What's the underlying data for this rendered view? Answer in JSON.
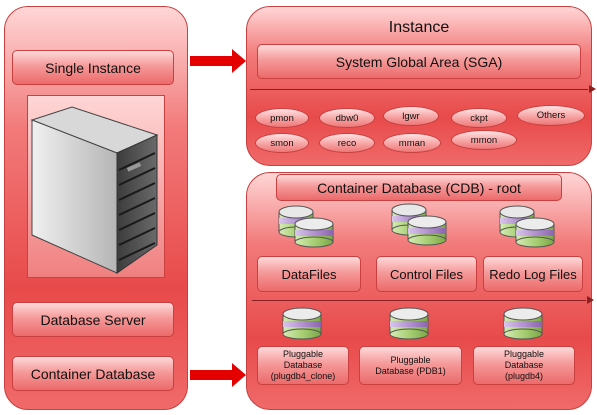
{
  "left": {
    "single_instance": "Single Instance",
    "database_server": "Database Server",
    "container_database": "Container Database"
  },
  "instance": {
    "title": "Instance",
    "sga": "System Global Area (SGA)",
    "processes": [
      "pmon",
      "dbw0",
      "lgwr",
      "ckpt",
      "Others",
      "smon",
      "reco",
      "mman",
      "mmon"
    ]
  },
  "cdb": {
    "title": "Container Database  (CDB) - root",
    "files": [
      "DataFiles",
      "Control Files",
      "Redo Log Files"
    ],
    "pdbs": [
      [
        "Pluggable",
        "Database",
        "(plugdb4_clone)"
      ],
      [
        "Pluggable",
        "Database (PDB1)"
      ],
      [
        "Pluggable",
        "Database",
        "(plugdb4)"
      ]
    ]
  },
  "colors": {
    "panel_red": "#e84a4a",
    "arrow_red": "#e40000",
    "cylinder_green": "#b7d98a",
    "cylinder_purple": "#b79bd1"
  }
}
